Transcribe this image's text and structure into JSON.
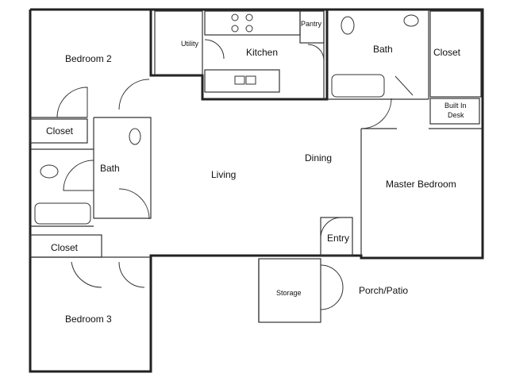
{
  "rooms": {
    "bedroom2": "Bedroom 2",
    "utility": "Utility",
    "kitchen": "Kitchen",
    "pantry": "Pantry",
    "bath_master": "Bath",
    "closet_master": "Closet",
    "built_in_desk_1": "Built In",
    "built_in_desk_2": "Desk",
    "closet_upper": "Closet",
    "bath_hall": "Bath",
    "living": "Living",
    "dining": "Dining",
    "master_bedroom": "Master Bedroom",
    "closet_lower": "Closet",
    "entry": "Entry",
    "storage": "Storage",
    "porch_patio": "Porch/Patio",
    "bedroom3": "Bedroom 3"
  }
}
